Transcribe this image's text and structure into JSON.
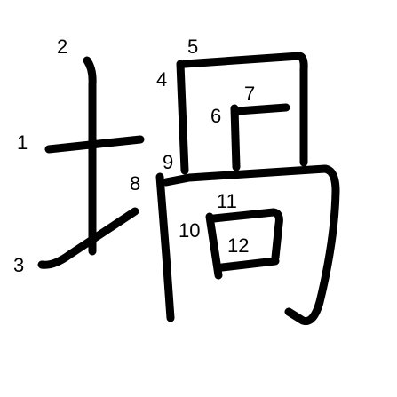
{
  "diagram": {
    "character": "堝",
    "stroke_labels": [
      "1",
      "2",
      "3",
      "4",
      "5",
      "6",
      "7",
      "8",
      "9",
      "10",
      "11",
      "12"
    ]
  }
}
